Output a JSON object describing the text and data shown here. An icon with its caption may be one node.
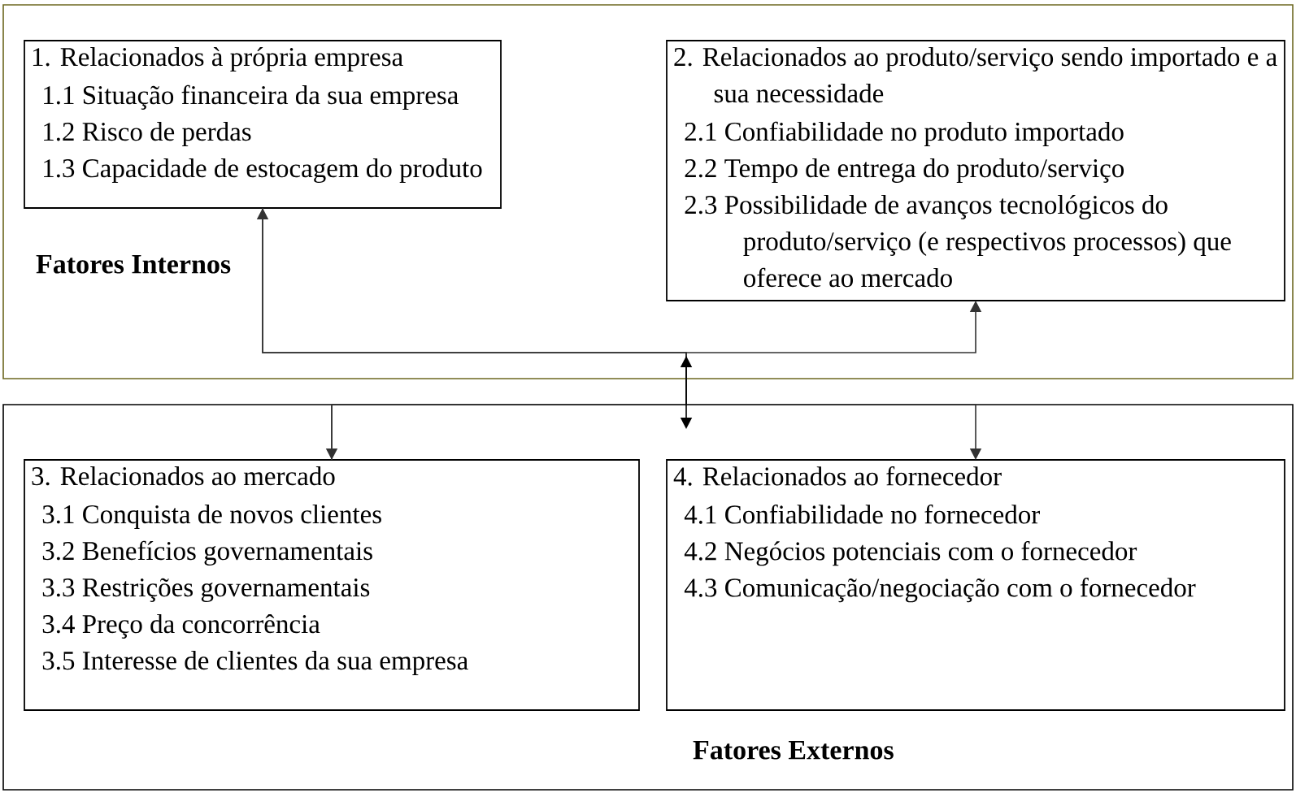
{
  "diagram": {
    "nodes": [
      {
        "text": [
          "Fatores Internos"
        ]
      },
      {
        "text": [
          "1. Relacionados à própria empresa",
          "1.1 Situação financeira da sua empresa",
          "1.2 Risco de perdas",
          "1.3 Capacidade de estocagem do produto"
        ],
        "in": 0
      },
      {
        "text": [
          "2. Relacionados ao produto/serviço sendo importado e a sua necessidade",
          "2.1 Confiabilidade no produto importado",
          "2.2 Tempo de entrega do produto/serviço",
          "2.3 Possibilidade de avanços tecnológicos do produto/serviço (e respectivos processos) que oferece ao mercado"
        ],
        "in": 0
      },
      {
        "text": [
          "Fatores Externos"
        ]
      },
      {
        "text": [
          "3. Relacionados ao mercado",
          "3.1 Conquista de novos clientes",
          "3.2 Benefícios governamentais",
          "3.3 Restrições governamentais",
          "3.4 Preço da concorrência",
          "3.5 Interesse de clientes da sua empresa"
        ],
        "in": 3
      },
      {
        "text": [
          "4. Relacionados ao fornecedor",
          "4.1 Confiabilidade no fornecedor",
          "4.2 Negócios potenciais com o fornecedor",
          "4.3 Comunicação/negociação com o fornecedor"
        ],
        "in": 3
      }
    ],
    "edges": [
      {
        "from": 1,
        "to": 4,
        "arrow": "both"
      },
      {
        "from": 1,
        "to": 5,
        "arrow": "to"
      },
      {
        "from": 4,
        "to": 2,
        "arrow": "to"
      }
    ]
  }
}
